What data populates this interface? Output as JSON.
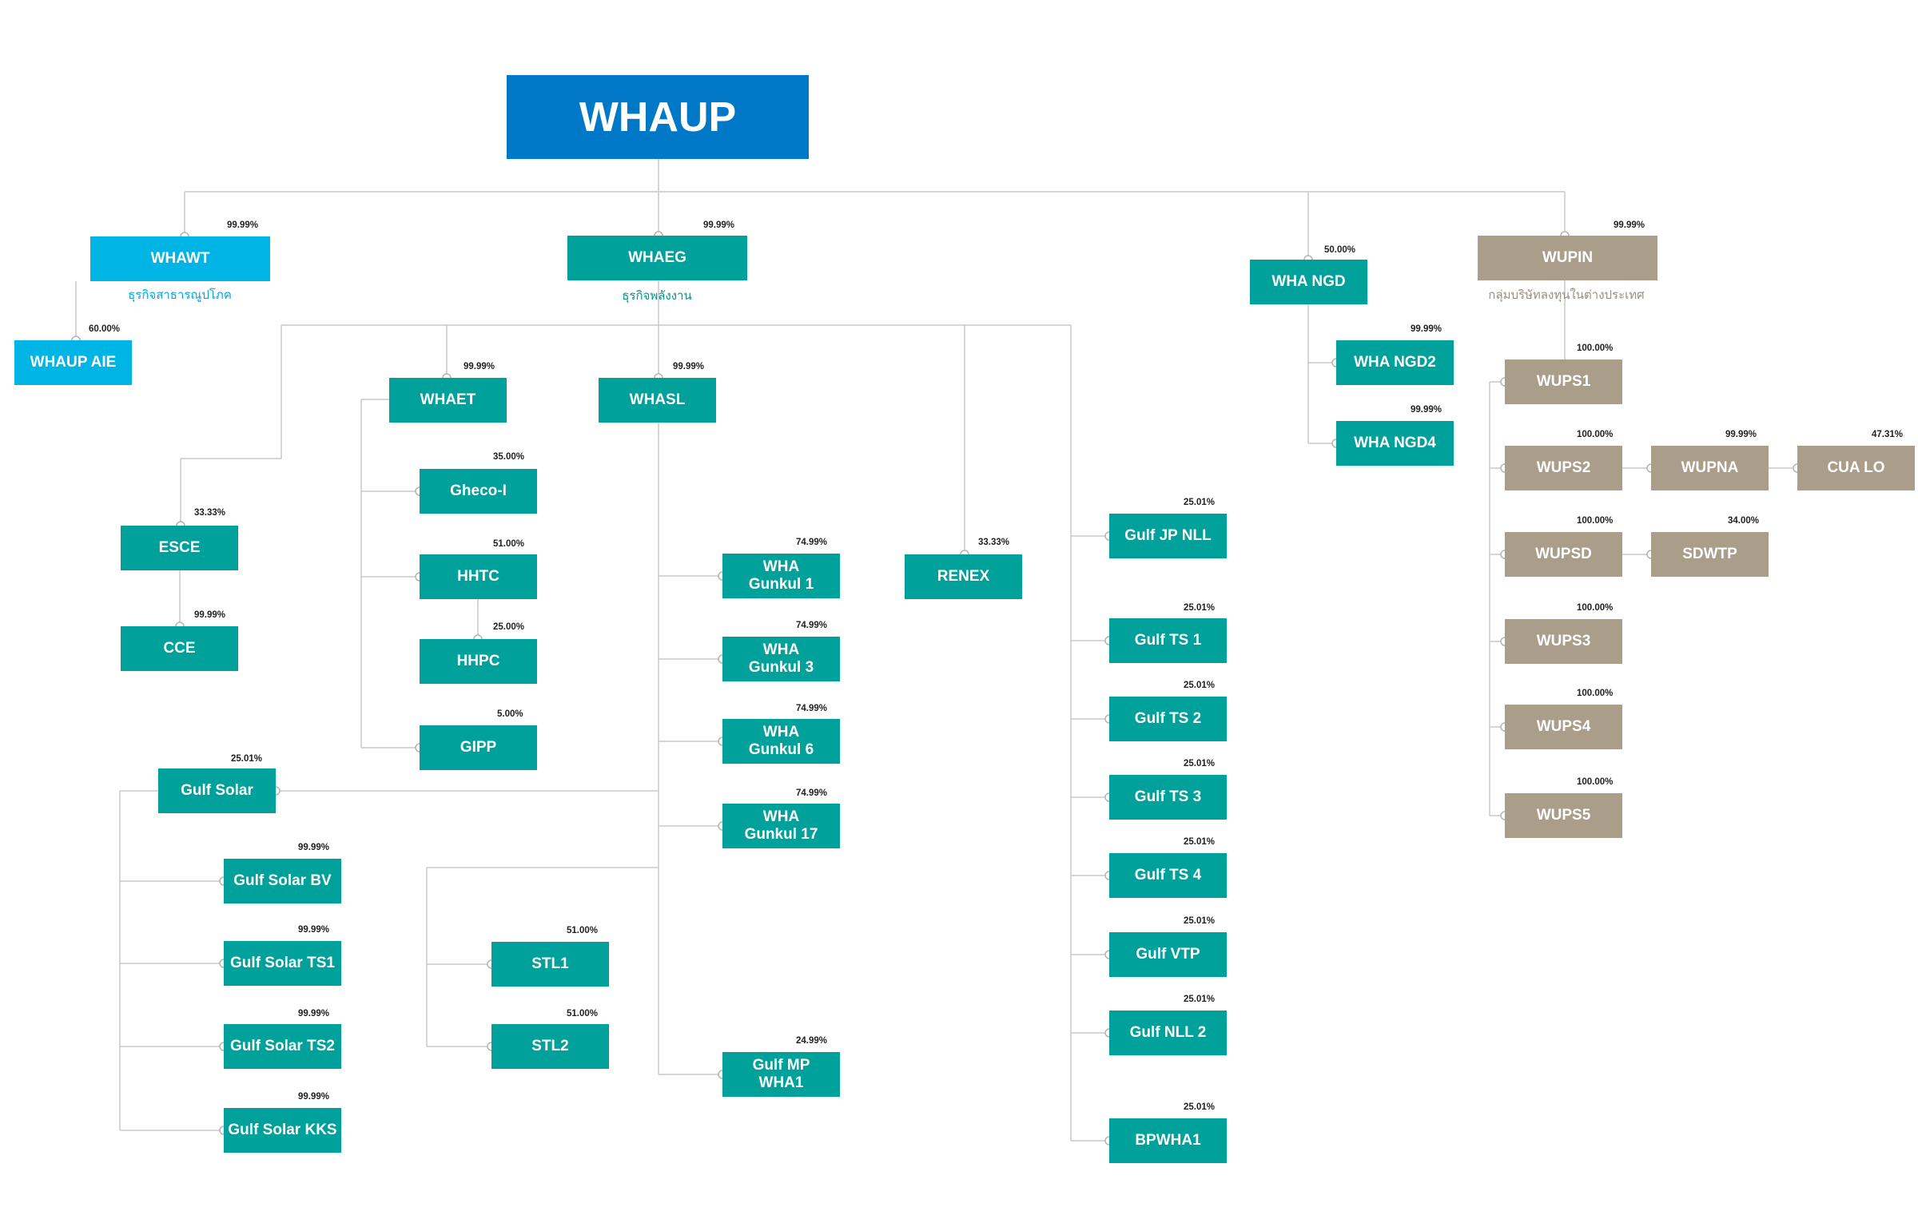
{
  "colors": {
    "root": "#0078c8",
    "water": "#00b4e6",
    "energy": "#00a09b",
    "international": "#aa9d8a",
    "line": "#c8c8c8"
  },
  "chart": {
    "root": {
      "label": "WHAUP"
    },
    "nodes": {
      "whawt": {
        "label": "WHAWT",
        "pct": "99.99%"
      },
      "whaup_aie": {
        "label": "WHAUP AIE",
        "pct": "60.00%"
      },
      "whaeg": {
        "label": "WHAEG",
        "pct": "99.99%"
      },
      "wha_ngd": {
        "label": "WHA NGD",
        "pct": "50.00%"
      },
      "wha_ngd2": {
        "label": "WHA NGD2",
        "pct": "99.99%"
      },
      "wha_ngd4": {
        "label": "WHA NGD4",
        "pct": "99.99%"
      },
      "wupin": {
        "label": "WUPIN",
        "pct": "99.99%"
      },
      "whaet": {
        "label": "WHAET",
        "pct": "99.99%"
      },
      "whasl": {
        "label": "WHASL",
        "pct": "99.99%"
      },
      "esce": {
        "label": "ESCE",
        "pct": "33.33%"
      },
      "cce": {
        "label": "CCE",
        "pct": "99.99%"
      },
      "gheco": {
        "label": "Gheco-I",
        "pct": "35.00%"
      },
      "hhtc": {
        "label": "HHTC",
        "pct": "51.00%"
      },
      "hhpc": {
        "label": "HHPC",
        "pct": "25.00%"
      },
      "gipp": {
        "label": "GIPP",
        "pct": "5.00%"
      },
      "gunkul1": {
        "label": "WHA\nGunkul 1",
        "pct": "74.99%"
      },
      "gunkul3": {
        "label": "WHA\nGunkul 3",
        "pct": "74.99%"
      },
      "gunkul6": {
        "label": "WHA\nGunkul 6",
        "pct": "74.99%"
      },
      "gunkul17": {
        "label": "WHA\nGunkul 17",
        "pct": "74.99%"
      },
      "renex": {
        "label": "RENEX",
        "pct": "33.33%"
      },
      "gulf_solar": {
        "label": "Gulf Solar",
        "pct": "25.01%"
      },
      "gs_bv": {
        "label": "Gulf Solar BV",
        "pct": "99.99%"
      },
      "gs_ts1": {
        "label": "Gulf Solar TS1",
        "pct": "99.99%"
      },
      "gs_ts2": {
        "label": "Gulf Solar TS2",
        "pct": "99.99%"
      },
      "gs_kks": {
        "label": "Gulf Solar KKS",
        "pct": "99.99%"
      },
      "stl1": {
        "label": "STL1",
        "pct": "51.00%"
      },
      "stl2": {
        "label": "STL2",
        "pct": "51.00%"
      },
      "gulf_mp": {
        "label": "Gulf MP\nWHA1",
        "pct": "24.99%"
      },
      "gulf_jp_nll": {
        "label": "Gulf JP NLL",
        "pct": "25.01%"
      },
      "gulf_ts1": {
        "label": "Gulf TS 1",
        "pct": "25.01%"
      },
      "gulf_ts2": {
        "label": "Gulf TS 2",
        "pct": "25.01%"
      },
      "gulf_ts3": {
        "label": "Gulf TS 3",
        "pct": "25.01%"
      },
      "gulf_ts4": {
        "label": "Gulf TS 4",
        "pct": "25.01%"
      },
      "gulf_vtp": {
        "label": "Gulf VTP",
        "pct": "25.01%"
      },
      "gulf_nll2": {
        "label": "Gulf NLL 2",
        "pct": "25.01%"
      },
      "bpwha1": {
        "label": "BPWHA1",
        "pct": "25.01%"
      },
      "wups1": {
        "label": "WUPS1",
        "pct": "100.00%"
      },
      "wups2": {
        "label": "WUPS2",
        "pct": "100.00%"
      },
      "wupna": {
        "label": "WUPNA",
        "pct": "99.99%"
      },
      "cua_lo": {
        "label": "CUA LO",
        "pct": "47.31%"
      },
      "wupsd": {
        "label": "WUPSD",
        "pct": "100.00%"
      },
      "sdwtp": {
        "label": "SDWTP",
        "pct": "34.00%"
      },
      "wups3": {
        "label": "WUPS3",
        "pct": "100.00%"
      },
      "wups4": {
        "label": "WUPS4",
        "pct": "100.00%"
      },
      "wups5": {
        "label": "WUPS5",
        "pct": "100.00%"
      }
    },
    "captions": {
      "water": "ธุรกิจสาธารณูปโภค",
      "energy": "ธุรกิจพลังงาน",
      "international": "กลุ่มบริษัทลงทุนในต่างประเทศ"
    }
  }
}
